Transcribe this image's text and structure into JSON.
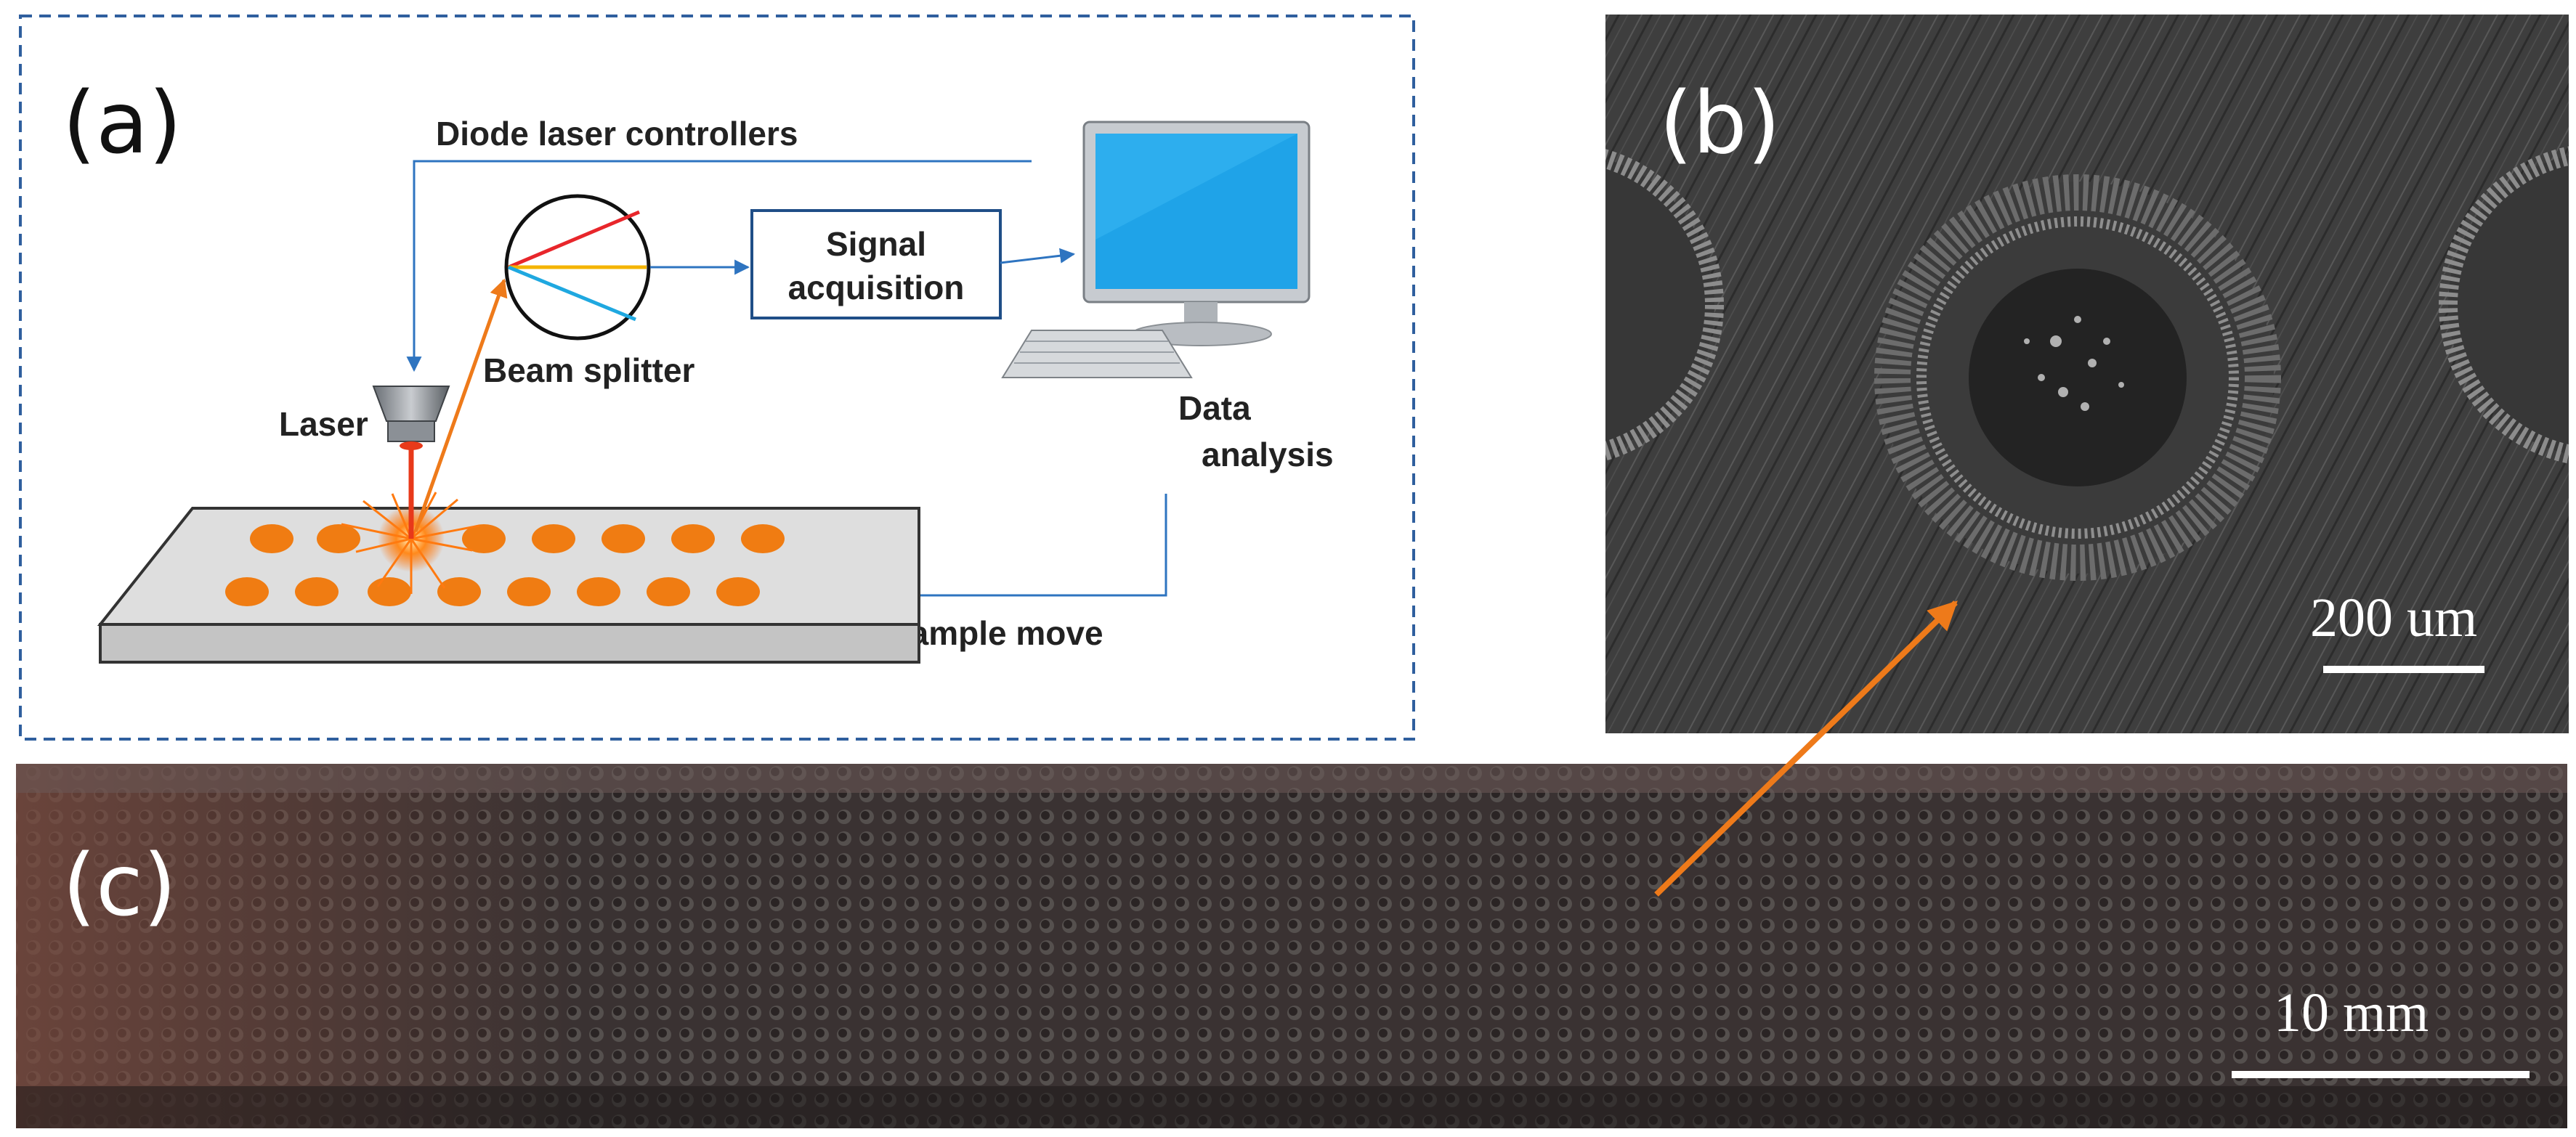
{
  "panels": {
    "a": {
      "label": "(a)",
      "controllers": "Diode laser controllers",
      "beam_splitter": "Beam splitter",
      "laser": "Laser",
      "signal_line1": "Signal",
      "signal_line2": "acquisition",
      "data_line1": "Data",
      "data_line2": "analysis",
      "sample_move": "Sample move"
    },
    "b": {
      "label": "(b)",
      "scale_text": "200 um"
    },
    "c": {
      "label": "(c)",
      "scale_text": "10 mm"
    }
  },
  "colors": {
    "frame": "#2f5f9e",
    "arrow_blue": "#2e74c0",
    "orange": "#ee7a1a",
    "sample_dot": "#f07c12",
    "monitor_screen": "#1fa3e8"
  }
}
